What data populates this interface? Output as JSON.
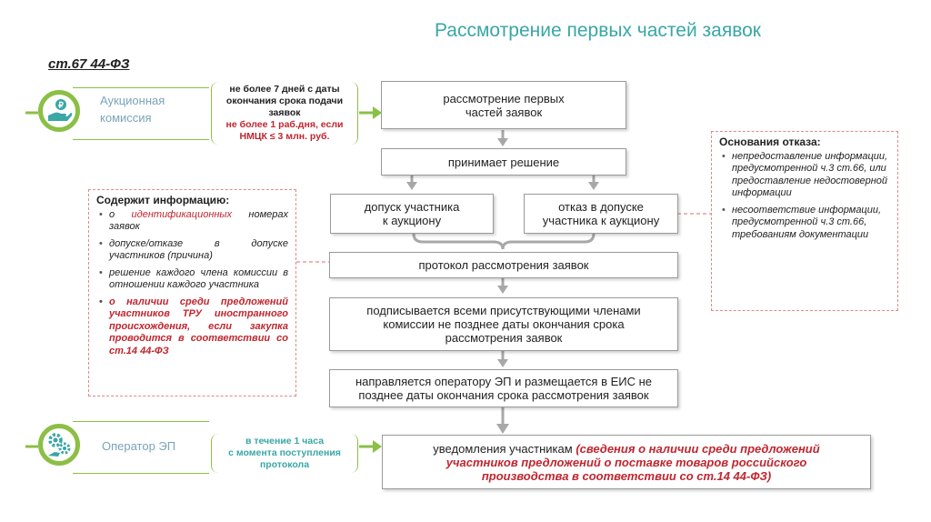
{
  "title": "Рассмотрение первых частей заявок",
  "law": "ст.67 44-ФЗ",
  "roles": {
    "commission": {
      "icon": "hand-money-icon",
      "line1": "Аукционная",
      "line2": "комиссия"
    },
    "operator": {
      "icon": "gears-icon",
      "label": "Оператор ЭП"
    }
  },
  "conditions": {
    "commission": {
      "line1": "не более 7 дней с даты",
      "line2": "окончания срока подачи",
      "line3": "заявок",
      "line4": "не более 1 раб.дня, если",
      "line5": "НМЦК ≤ 3 млн. руб."
    },
    "operator": {
      "line1": "в течение 1 часа",
      "line2": "с момента поступления",
      "line3": "протокола"
    }
  },
  "flow": {
    "review": {
      "line1": "рассмотрение первых",
      "line2": "частей заявок"
    },
    "decision": "принимает решение",
    "admit": {
      "line1": "допуск участника",
      "line2": "к аукциону"
    },
    "reject": {
      "line1": "отказ в допуске",
      "line2": "участника к аукциону"
    },
    "protocol": "протокол рассмотрения заявок",
    "signed": {
      "line1": "подписывается  всеми присутствующими членами",
      "line2": "комиссии не позднее даты окончания срока",
      "line3": "рассмотрения заявок"
    },
    "sent": {
      "line1": "направляется оператору ЭП и размещается в ЕИС не",
      "line2": "позднее даты окончания срока рассмотрения заявок"
    },
    "notify": {
      "lead": "уведомления участникам ",
      "red1": "(сведения о наличии среди предложений",
      "red2": "участников предложений о поставке товаров российского",
      "red3": "производства в соответствии со ст.14 44-ФЗ)"
    }
  },
  "left_note": {
    "header": "Содержит информацию:",
    "item1_a": "о ",
    "item1_red": "идентификационных",
    "item1_b": " номерах заявок",
    "item2": "допуске/отказе в допуске участников (причина)",
    "item3": "решение каждого члена комиссии в отношении каждого участника",
    "item4": "о наличии среди предложений участников ТРУ иностранного происхождения, если закупка проводится в соответствии со ст.14 44-ФЗ"
  },
  "right_note": {
    "header": "Основания отказа:",
    "item1": "непредоставление информации, предусмотренной ч.3 ст.66, или предоставление недостоверной информации",
    "item2": "несоответствие информации, предусмотренной ч.3 ст.66, требованиям документации"
  },
  "colors": {
    "accent": "#3aa6a6",
    "green": "#8bbf45",
    "red": "#c0262f",
    "arrow": "#a8a8a8",
    "dashed": "#e08a8a"
  }
}
